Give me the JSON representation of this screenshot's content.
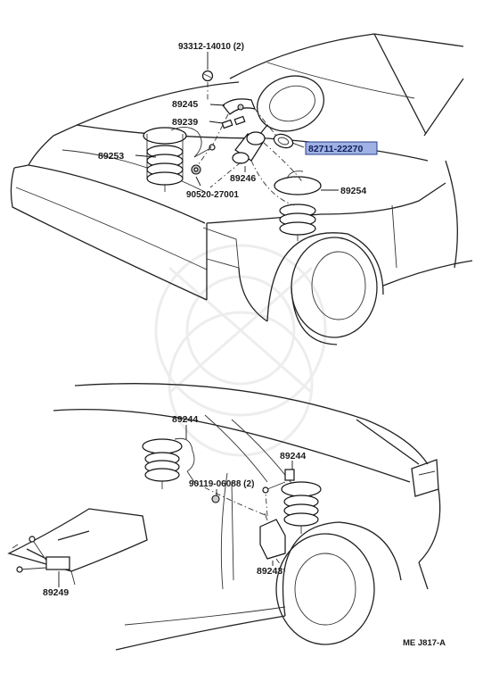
{
  "labels": {
    "p93312": "93312-14010 (2)",
    "p89245": "89245",
    "p89239": "89239",
    "p89253": "89253",
    "p89246": "89246",
    "p90520": "90520-27001",
    "p82711": "82711-22270",
    "p89254": "89254",
    "p89244a": "89244",
    "p89244b": "89244",
    "p90119": "90119-06088 (2)",
    "p89243": "89243",
    "p89249": "89249",
    "ref": "ME J817-A"
  },
  "colors": {
    "highlight_fill": "#9fb2e3",
    "highlight_stroke": "#2a3e8c",
    "line": "#222222"
  }
}
